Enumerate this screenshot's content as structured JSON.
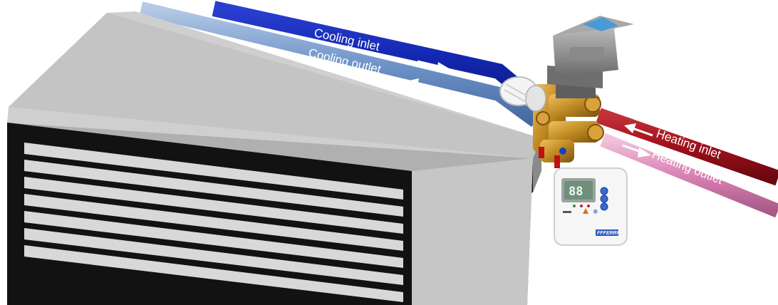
{
  "labels": {
    "cooling_inlet": "Cooling inlet",
    "cooling_outlet": "Cooling outlet",
    "heating_inlet": "Heating inlet",
    "heating_outlet": "Heating outlet"
  },
  "thermostat": {
    "display": "88",
    "brand": "FFFERRR"
  },
  "colors": {
    "cooling_inlet": "#1428b4",
    "cooling_outlet": "#6e93c8",
    "heating_inlet": "#a0101a",
    "heating_outlet": "#d982b4",
    "unit_body": "#c8c8c8",
    "brass": "#c08a22",
    "actuator": "#8e8e8e",
    "actuator_accent": "#4a9ad8"
  }
}
